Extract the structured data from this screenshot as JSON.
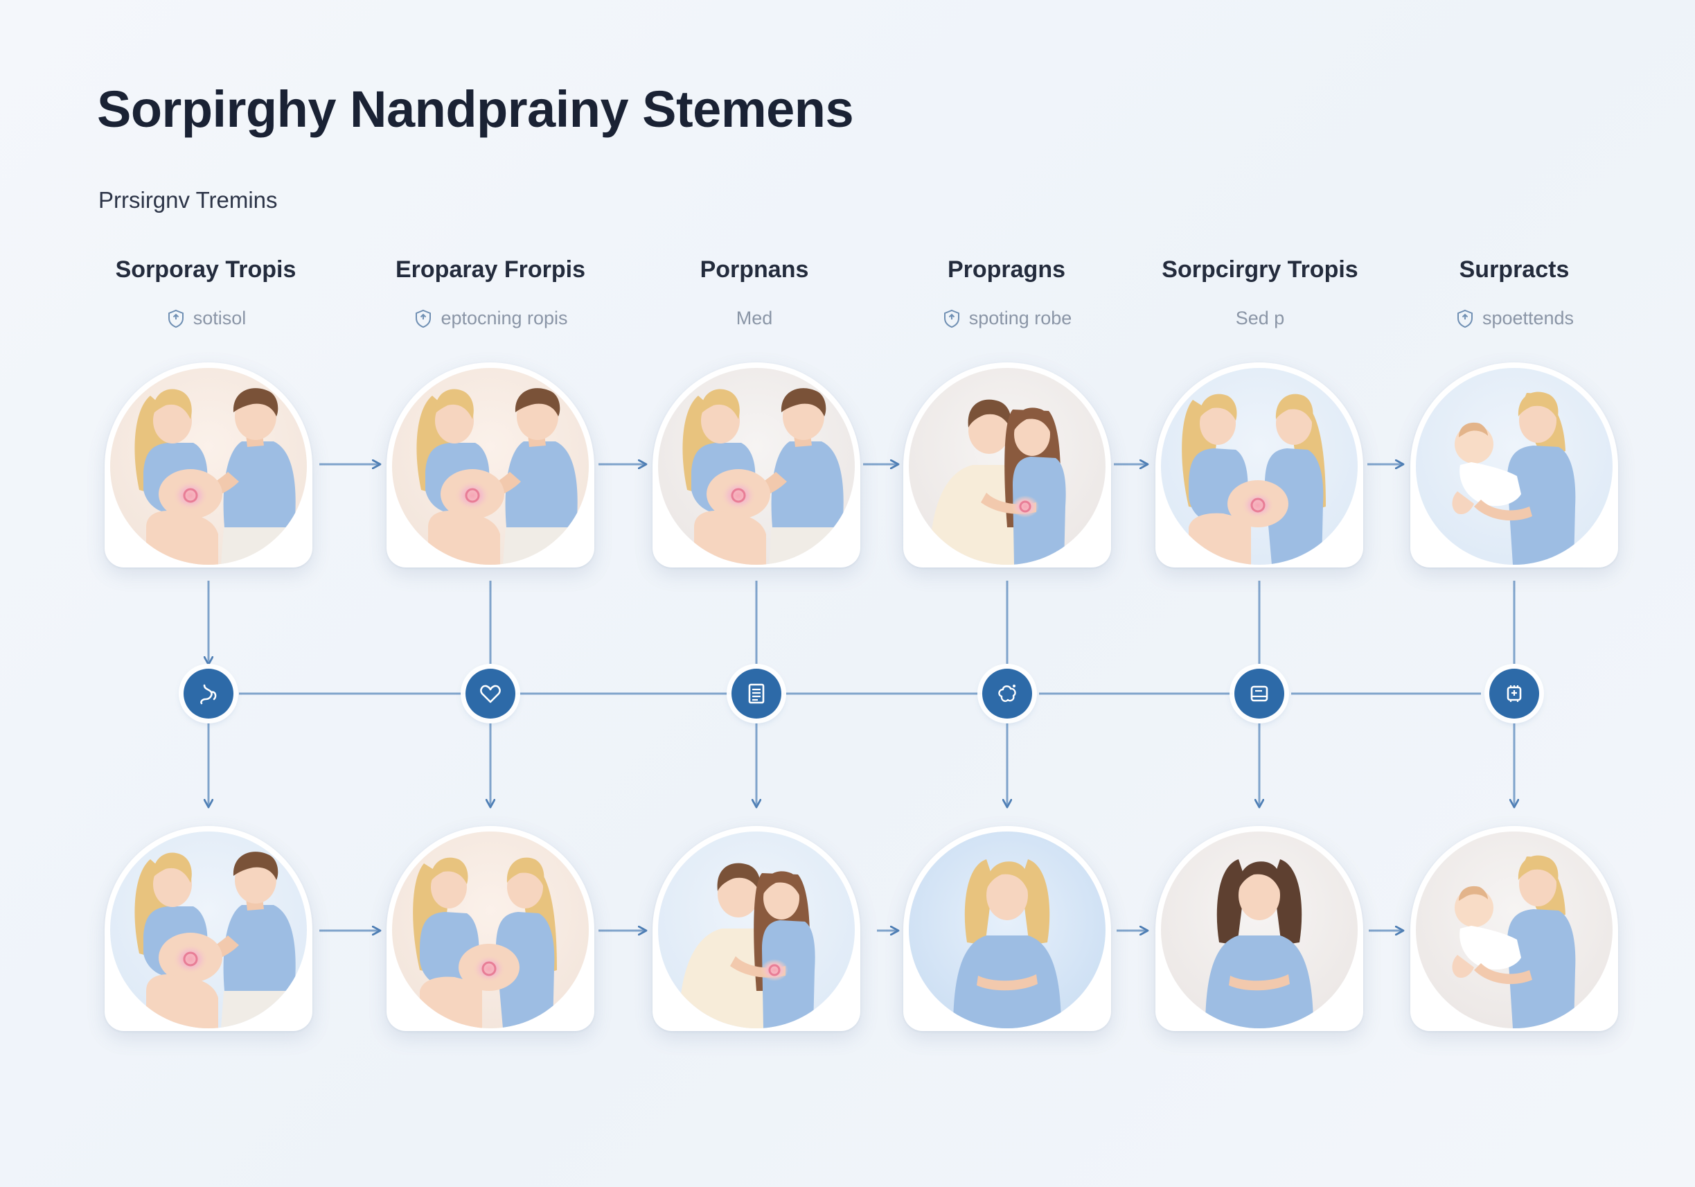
{
  "title": "Sorpirghy Nandprainy Stemens",
  "subtitle": "Prrsirgnv Tremins",
  "columns": [
    {
      "heading": "Sorporay Tropis",
      "tag": "sotisol",
      "tag_icon": "shield-icon",
      "node_icon": "stomach-icon"
    },
    {
      "heading": "Eroparay Frorpis",
      "tag": "eptocning ropis",
      "tag_icon": "shield-icon",
      "node_icon": "heart-shield-icon"
    },
    {
      "heading": "Porpnans",
      "tag": "Med",
      "tag_icon": "",
      "node_icon": "document-icon"
    },
    {
      "heading": "Propragns",
      "tag": "spoting robe",
      "tag_icon": "shield-icon",
      "node_icon": "brain-icon"
    },
    {
      "heading": "Sorpcirgry Tropis",
      "tag": "Sed p",
      "tag_icon": "",
      "node_icon": "card-icon"
    },
    {
      "heading": "Surpracts",
      "tag": "spoettends",
      "tag_icon": "shield-icon",
      "node_icon": "device-icon"
    }
  ],
  "top_row": [
    {
      "scene": "couple-holding-belly"
    },
    {
      "scene": "couple-holding-belly"
    },
    {
      "scene": "couple-holding-belly"
    },
    {
      "scene": "couple-embrace"
    },
    {
      "scene": "two-women-belly"
    },
    {
      "scene": "woman-holding-baby"
    }
  ],
  "bottom_row": [
    {
      "scene": "couple-holding-belly"
    },
    {
      "scene": "two-women-belly"
    },
    {
      "scene": "couple-embrace"
    },
    {
      "scene": "woman-calm"
    },
    {
      "scene": "woman-calm-dark"
    },
    {
      "scene": "woman-holding-baby"
    }
  ],
  "colors": {
    "accent": "#2d6aa8",
    "connector": "#6b93c2",
    "shirt": "#9dbde3",
    "skin": "#f6d5bf",
    "blonde_hair": "#e8c37e",
    "brown_hair": "#7a5238"
  }
}
